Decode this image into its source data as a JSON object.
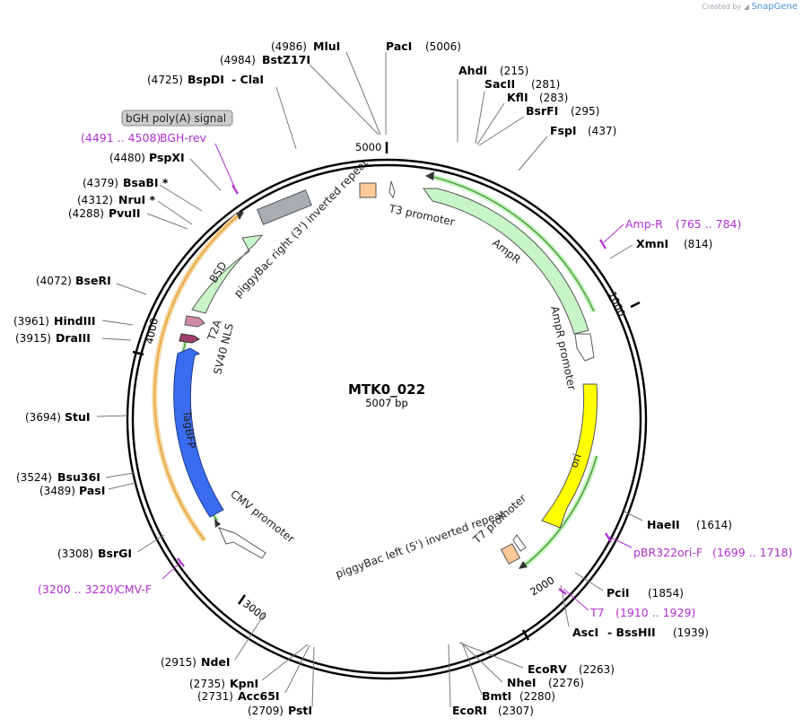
{
  "brand": {
    "created_by": "Created by",
    "name": "SnapGene"
  },
  "plasmid": {
    "name": "MTK0_022",
    "length_label": "5007 bp"
  },
  "ticks": [
    "1000",
    "2000",
    "3000",
    "4000",
    "5000"
  ],
  "sites": {
    "PacI": {
      "name": "PacI",
      "pos": "(5006)"
    },
    "MluI": {
      "name": "MluI",
      "pos": "(4986)"
    },
    "BstZ17I": {
      "name": "BstZ17I",
      "pos": "(4984)"
    },
    "BspDI": {
      "name": "BspDI",
      "pos": "(4725)",
      "alias": "- ClaI"
    },
    "AhdI": {
      "name": "AhdI",
      "pos": "(215)"
    },
    "SacII": {
      "name": "SacII",
      "pos": "(281)"
    },
    "KflI": {
      "name": "KflI",
      "pos": "(283)"
    },
    "BsrFI": {
      "name": "BsrFI",
      "pos": "(295)"
    },
    "FspI": {
      "name": "FspI",
      "pos": "(437)"
    },
    "XmnI": {
      "name": "XmnI",
      "pos": "(814)"
    },
    "PspXI": {
      "name": "PspXI",
      "pos": "(4480)"
    },
    "BsaBI": {
      "name": "BsaBI *",
      "pos": "(4379)"
    },
    "NruI": {
      "name": "NruI *",
      "pos": "(4312)"
    },
    "PvuII": {
      "name": "PvuII",
      "pos": "(4288)"
    },
    "BseRI": {
      "name": "BseRI",
      "pos": "(4072)"
    },
    "HindIII": {
      "name": "HindIII",
      "pos": "(3961)"
    },
    "DraIII": {
      "name": "DraIII",
      "pos": "(3915)"
    },
    "StuI": {
      "name": "StuI",
      "pos": "(3694)"
    },
    "Bsu36I": {
      "name": "Bsu36I",
      "pos": "(3524)"
    },
    "PasI": {
      "name": "PasI",
      "pos": "(3489)"
    },
    "BsrGI": {
      "name": "BsrGI",
      "pos": "(3308)"
    },
    "HaeII": {
      "name": "HaeII",
      "pos": "(1614)"
    },
    "PciI": {
      "name": "PciI",
      "pos": "(1854)"
    },
    "AscI": {
      "name": "AscI",
      "pos": "(1939)",
      "alias": "- BssHII"
    },
    "NdeI": {
      "name": "NdeI",
      "pos": "(2915)"
    },
    "KpnI": {
      "name": "KpnI",
      "pos": "(2735)"
    },
    "Acc65I": {
      "name": "Acc65I",
      "pos": "(2731)"
    },
    "PstI": {
      "name": "PstI",
      "pos": "(2709)"
    },
    "EcoRV": {
      "name": "EcoRV",
      "pos": "(2263)"
    },
    "NheI": {
      "name": "NheI",
      "pos": "(2276)"
    },
    "BmtI": {
      "name": "BmtI",
      "pos": "(2280)"
    },
    "EcoRI": {
      "name": "EcoRI",
      "pos": "(2307)"
    }
  },
  "primers": {
    "BGHrev": {
      "name": "BGH-rev",
      "range": "(4491 .. 4508)"
    },
    "AmpR": {
      "name": "Amp-R",
      "range": "(765 .. 784)"
    },
    "pBR322": {
      "name": "pBR322ori-F",
      "range": "(1699 .. 1718)"
    },
    "T7": {
      "name": "T7",
      "range": "(1910 .. 1929)"
    },
    "CMVF": {
      "name": "CMV-F",
      "range": "(3200 .. 3220)"
    }
  },
  "features": {
    "bgh": "bGH poly(A) signal",
    "ampr": "AmpR",
    "ampr_promoter": "AmpR promoter",
    "ori": "ori",
    "t3": "T3 promoter",
    "t7": "T7 promoter",
    "pb_left": "piggyBac left (5') inverted repeat",
    "pb_right": "piggyBac right (3') inverted repeat",
    "cmv": "CMV promoter",
    "tagbfp": "TagBFP",
    "bsd": "BSD",
    "t2a": "T2A",
    "sv40": "SV40 NLS"
  },
  "colors": {
    "ampr": "#c8f5c8",
    "ori": "#ffff00",
    "tagbfp": "#3a6cf0",
    "bsd": "#c8f5c8",
    "t2a": "#d08aa8",
    "sv40": "#a0406a",
    "terminator": "#a8adb2",
    "pb_ir": "#ffc896",
    "primer": "#b02fd0",
    "orf_green": "#55a03a",
    "orf_orange": "#e8a23a"
  }
}
